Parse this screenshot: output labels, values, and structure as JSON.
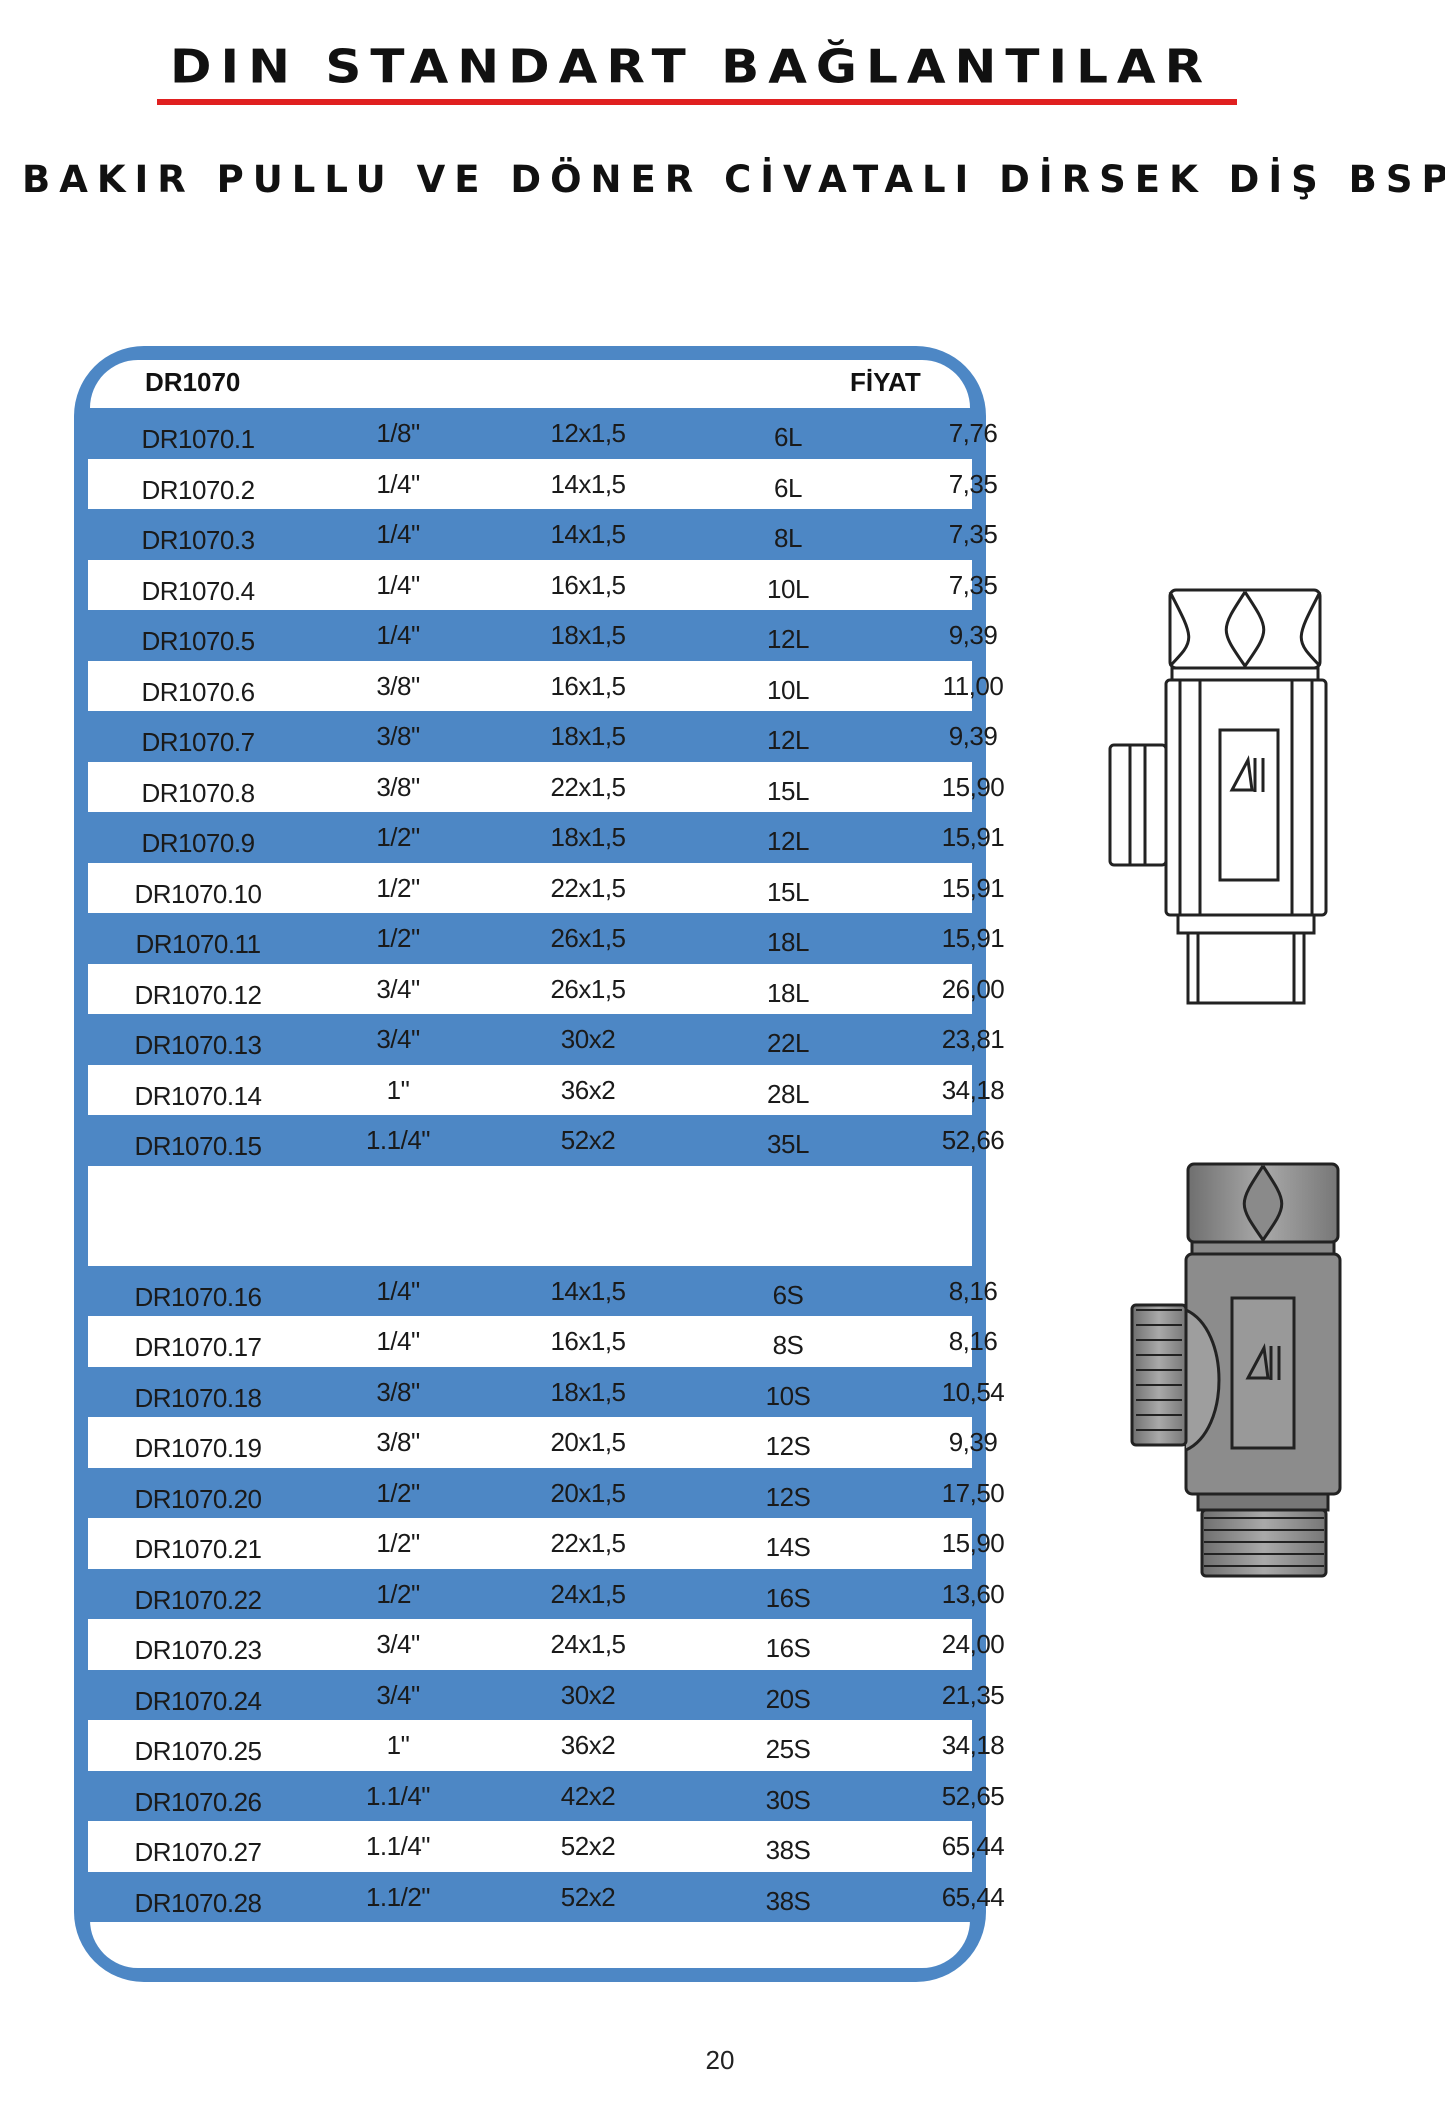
{
  "header": {
    "title": "DIN STANDART BAĞLANTILAR",
    "subtitle": "BAKIR PULLU VE DÖNER CİVATALI DİRSEK DİŞ BSP"
  },
  "table": {
    "code_header": "DR1070",
    "price_header": "FİYAT",
    "rows_group1": [
      {
        "code": "DR1070.1",
        "bsp": "1/8\"",
        "metric": "12x1,5",
        "size": "6L",
        "price": "7,76"
      },
      {
        "code": "DR1070.2",
        "bsp": "1/4\"",
        "metric": "14x1,5",
        "size": "6L",
        "price": "7,35"
      },
      {
        "code": "DR1070.3",
        "bsp": "1/4\"",
        "metric": "14x1,5",
        "size": "8L",
        "price": "7,35"
      },
      {
        "code": "DR1070.4",
        "bsp": "1/4\"",
        "metric": "16x1,5",
        "size": "10L",
        "price": "7,35"
      },
      {
        "code": "DR1070.5",
        "bsp": "1/4\"",
        "metric": "18x1,5",
        "size": "12L",
        "price": "9,39"
      },
      {
        "code": "DR1070.6",
        "bsp": "3/8\"",
        "metric": "16x1,5",
        "size": "10L",
        "price": "11,00"
      },
      {
        "code": "DR1070.7",
        "bsp": "3/8\"",
        "metric": "18x1,5",
        "size": "12L",
        "price": "9,39"
      },
      {
        "code": "DR1070.8",
        "bsp": "3/8\"",
        "metric": "22x1,5",
        "size": "15L",
        "price": "15,90"
      },
      {
        "code": "DR1070.9",
        "bsp": "1/2\"",
        "metric": "18x1,5",
        "size": "12L",
        "price": "15,91"
      },
      {
        "code": "DR1070.10",
        "bsp": "1/2\"",
        "metric": "22x1,5",
        "size": "15L",
        "price": "15,91"
      },
      {
        "code": "DR1070.11",
        "bsp": "1/2\"",
        "metric": "26x1,5",
        "size": "18L",
        "price": "15,91"
      },
      {
        "code": "DR1070.12",
        "bsp": "3/4\"",
        "metric": "26x1,5",
        "size": "18L",
        "price": "26,00"
      },
      {
        "code": "DR1070.13",
        "bsp": "3/4\"",
        "metric": "30x2",
        "size": "22L",
        "price": "23,81"
      },
      {
        "code": "DR1070.14",
        "bsp": "1\"",
        "metric": "36x2",
        "size": "28L",
        "price": "34,18"
      },
      {
        "code": "DR1070.15",
        "bsp": "1.1/4\"",
        "metric": "52x2",
        "size": "35L",
        "price": "52,66"
      }
    ],
    "rows_group2": [
      {
        "code": "DR1070.16",
        "bsp": "1/4\"",
        "metric": "14x1,5",
        "size": "6S",
        "price": "8,16"
      },
      {
        "code": "DR1070.17",
        "bsp": "1/4\"",
        "metric": "16x1,5",
        "size": "8S",
        "price": "8,16"
      },
      {
        "code": "DR1070.18",
        "bsp": "3/8\"",
        "metric": "18x1,5",
        "size": "10S",
        "price": "10,54"
      },
      {
        "code": "DR1070.19",
        "bsp": "3/8\"",
        "metric": "20x1,5",
        "size": "12S",
        "price": "9,39"
      },
      {
        "code": "DR1070.20",
        "bsp": "1/2\"",
        "metric": "20x1,5",
        "size": "12S",
        "price": "17,50"
      },
      {
        "code": "DR1070.21",
        "bsp": "1/2\"",
        "metric": "22x1,5",
        "size": "14S",
        "price": "15,90"
      },
      {
        "code": "DR1070.22",
        "bsp": "1/2\"",
        "metric": "24x1,5",
        "size": "16S",
        "price": "13,60"
      },
      {
        "code": "DR1070.23",
        "bsp": "3/4\"",
        "metric": "24x1,5",
        "size": "16S",
        "price": "24,00"
      },
      {
        "code": "DR1070.24",
        "bsp": "3/4\"",
        "metric": "30x2",
        "size": "20S",
        "price": "21,35"
      },
      {
        "code": "DR1070.25",
        "bsp": "1\"",
        "metric": "36x2",
        "size": "25S",
        "price": "34,18"
      },
      {
        "code": "DR1070.26",
        "bsp": "1.1/4\"",
        "metric": "42x2",
        "size": "30S",
        "price": "52,65"
      },
      {
        "code": "DR1070.27",
        "bsp": "1.1/4\"",
        "metric": "52x2",
        "size": "38S",
        "price": "65,44"
      },
      {
        "code": "DR1070.28",
        "bsp": "1.1/2\"",
        "metric": "52x2",
        "size": "38S",
        "price": "65,44"
      }
    ]
  },
  "drawings": [
    {
      "name": "technical-outline-drawing",
      "logo_icon": "brand-logo-icon"
    },
    {
      "name": "shaded-fitting-render",
      "logo_icon": "brand-logo-icon"
    }
  ],
  "footer": {
    "page_number": "20"
  }
}
